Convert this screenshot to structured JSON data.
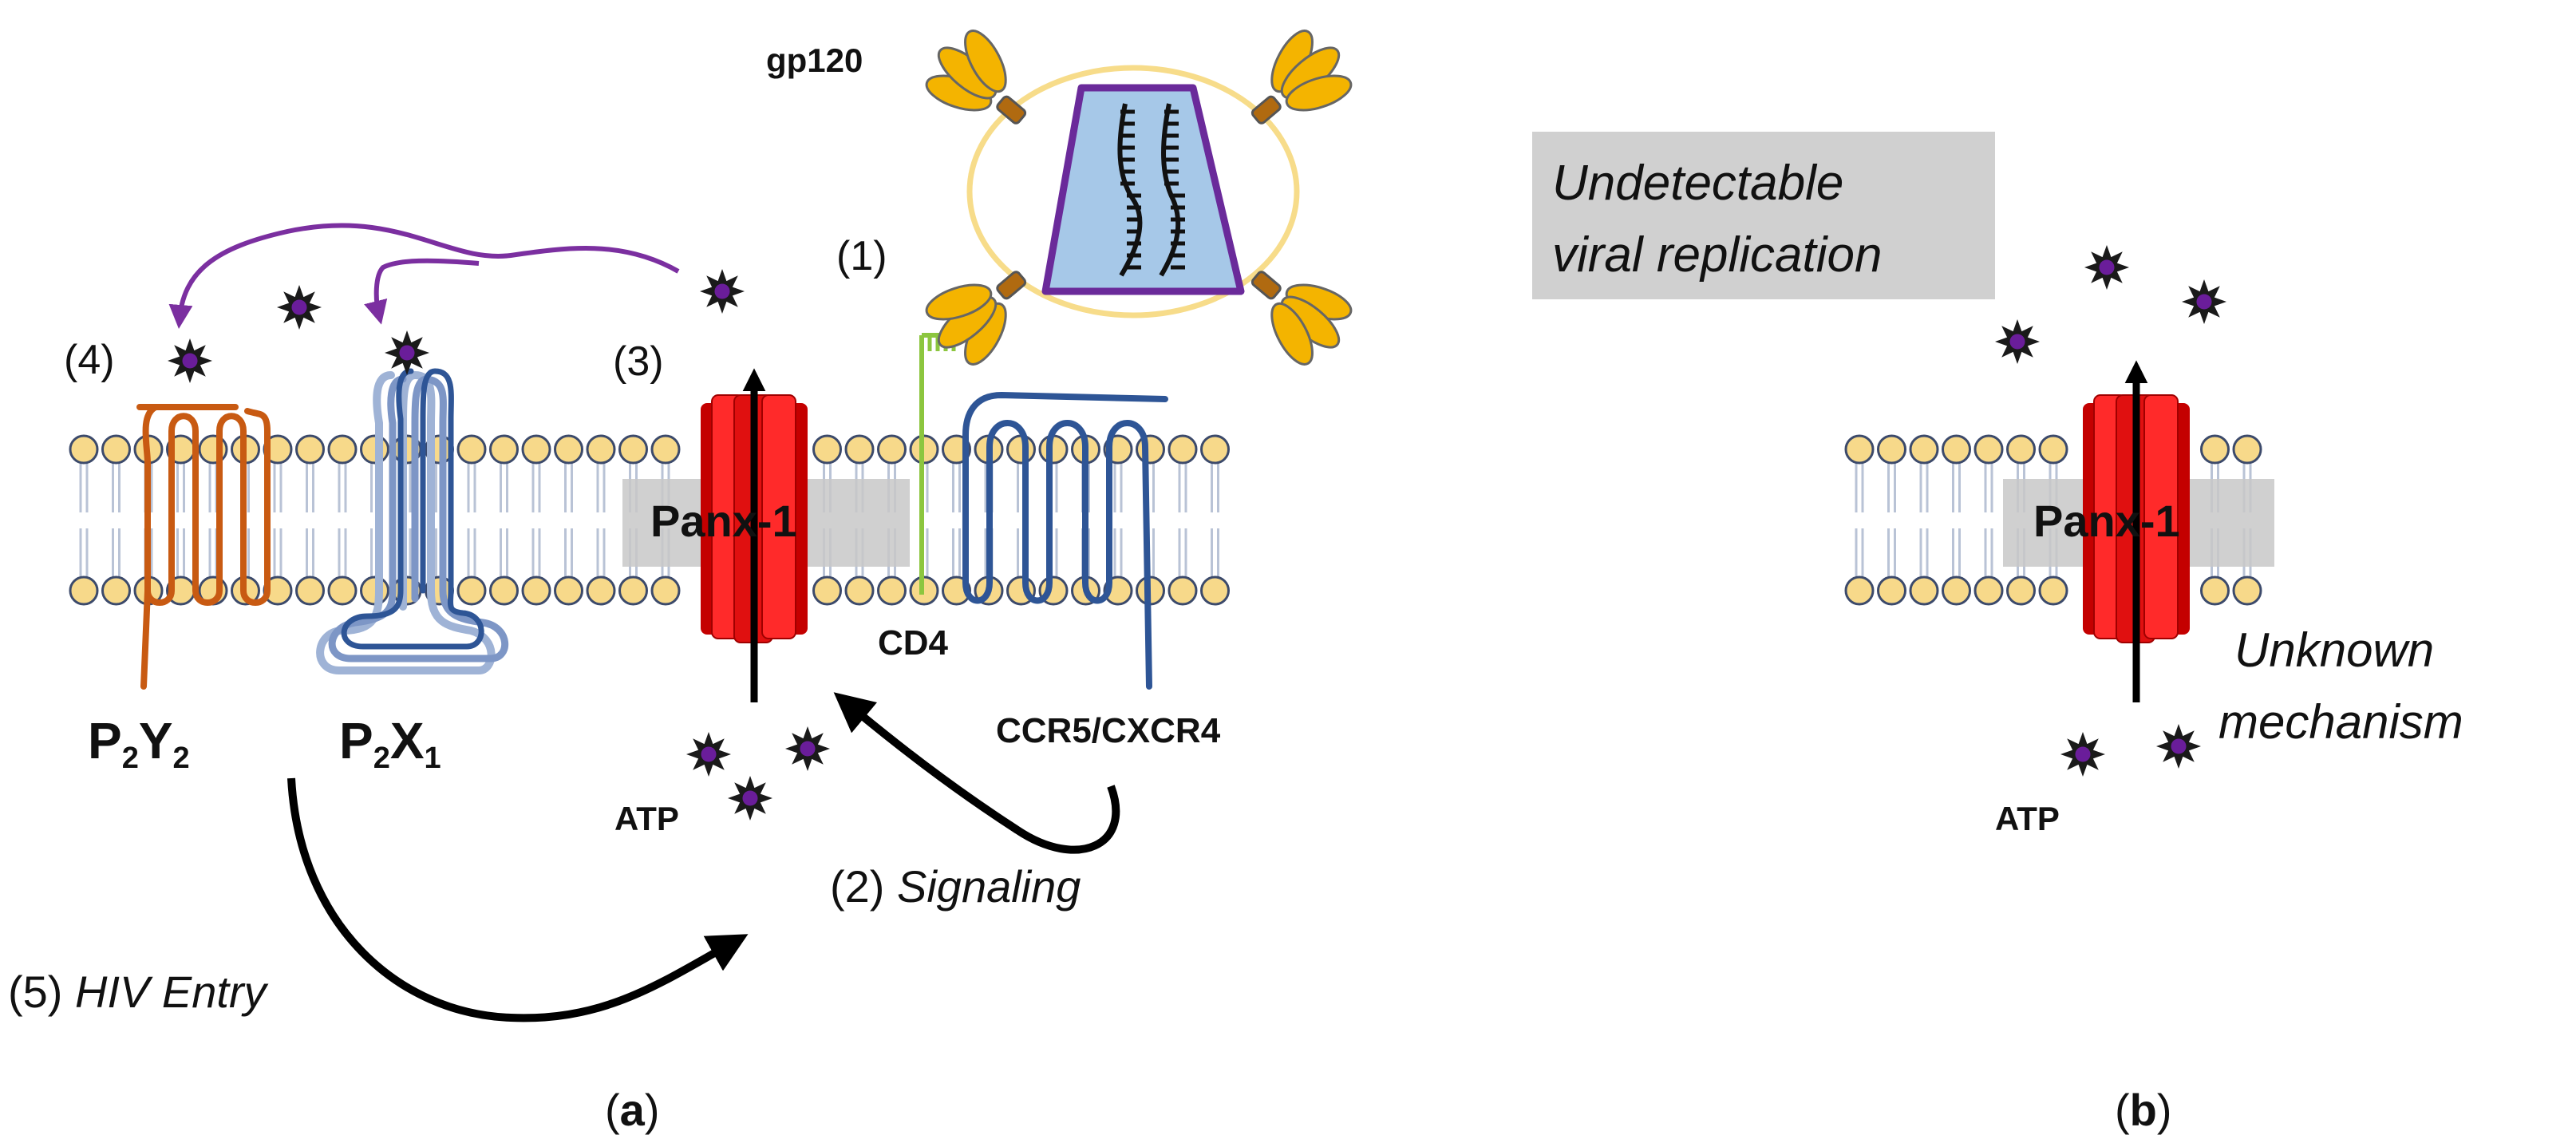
{
  "panel_a": {
    "gp120_label": "gp120",
    "step1": "(1)",
    "step2_num": "(2)",
    "step2_text": "Signaling",
    "step3": "(3)",
    "step4": "(4)",
    "step5_num": "(5)",
    "step5_text": "HIV Entry",
    "pannexin_label": "Panx-1",
    "cd4_label": "CD4",
    "coreceptor_label": "CCR5/CXCR4",
    "atp_label": "ATP",
    "p2y2": {
      "base": "P",
      "sub1": "2",
      "mid": "Y",
      "sub2": "2"
    },
    "p2x1": {
      "base": "P",
      "sub1": "2",
      "mid": "X",
      "sub2": "1"
    },
    "caption_open": "(",
    "caption_letter": "a",
    "caption_close": ")"
  },
  "panel_b": {
    "replication_line1": "Undetectable",
    "replication_line2": "viral replication",
    "pannexin_label": "Panx-1",
    "mechanism_line1": "Unknown",
    "mechanism_line2": "mechanism",
    "atp_label": "ATP",
    "caption_open": "(",
    "caption_letter": "b",
    "caption_close": ")"
  },
  "colors": {
    "lipid_head": "#f7d98a",
    "lipid_outline": "#3c4a6b",
    "membrane_band": "#c8c8c8",
    "pannexin_red": "#ee1111",
    "p2y2_orange": "#c85a12",
    "p2x1_blue": "#2e5596",
    "ccr5_blue": "#2e5596",
    "cd4_green": "#8cc63f",
    "atp_purple": "#6a1d9a",
    "atp_star": "#1a1a1a",
    "gp120_gold": "#f4b400",
    "virion_outline": "#f7dc8a",
    "capsid_fill": "#a6c8e8",
    "capsid_outline": "#6a2a9a",
    "purple_arrow": "#7b2fa0",
    "note_box": "#d0d0d0"
  },
  "icons": [
    "atp-star-icon",
    "gp120-spike-icon",
    "rna-strand-icon",
    "transport-arrow-icon"
  ]
}
